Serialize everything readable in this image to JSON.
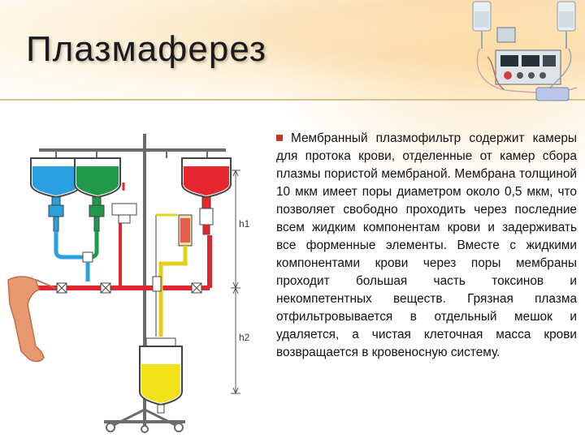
{
  "slide": {
    "title": "Плазмаферез",
    "paragraph": "Мембранный плазмофильтр содержит камеры для протока крови, отделенные от камер сбора плазмы пористой мембраной. Мембрана толщиной 10 мкм имеет поры диаметром около 0,5 мкм, что позволяет свободно проходить через последние всем жидким компонентам крови и задерживать все форменные элементы. Вместе с жидкими компонентами крови через поры мембраны проходит большая часть токсинов и некомпетентных веществ. Грязная плазма отфильтровывается в отдельный мешок и удаляется, а чистая клеточная масса крови возвращается в кровеносную систему.",
    "bullet_icon": "square-bullet-icon"
  },
  "diagram": {
    "labels": {
      "h1": "h1",
      "h2": "h2"
    },
    "bag_colors": {
      "left": "#2aa0e0",
      "middle": "#1e9a4a",
      "right": "#e8262f",
      "bottom": "#f2e21a"
    },
    "tube_color_blood": "#e0262f",
    "tube_color_saline": "#2aa0e0",
    "tube_color_green": "#1e9a4a",
    "tube_color_plasma": "#e6cf1a"
  },
  "colors": {
    "accent": "#c0392b",
    "header_rule": "#d9c08b"
  }
}
